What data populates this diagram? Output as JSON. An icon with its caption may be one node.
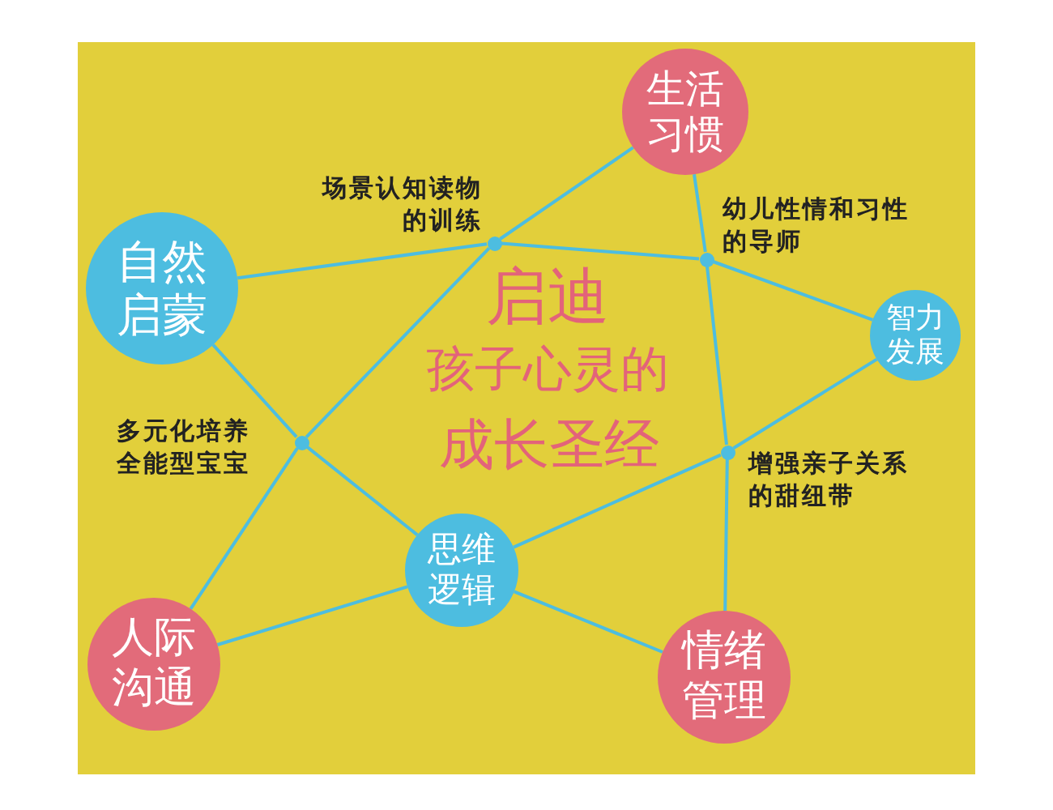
{
  "diagram": {
    "nodes": [
      {
        "text": [
          "生活习惯"
        ]
      },
      {
        "text": [],
        "shape": "circle",
        "beside": [
          "场景认知读物的训练"
        ]
      },
      {
        "text": [],
        "shape": "circle",
        "beside": [
          "幼儿性情和习性的导师"
        ]
      },
      {
        "text": [
          "自然启蒙"
        ]
      },
      {
        "text": [
          "智力发展"
        ]
      },
      {
        "text": [],
        "shape": "circle",
        "beside": [
          "多元化培养全能型宝宝"
        ]
      },
      {
        "text": [],
        "shape": "circle",
        "beside": [
          "增强亲子关系的甜纽带"
        ]
      },
      {
        "text": [
          "思维逻辑"
        ]
      },
      {
        "text": [
          "人际沟通"
        ]
      },
      {
        "text": [
          "情绪管理"
        ]
      }
    ],
    "edges": [
      {
        "from": 3,
        "to": 1,
        "arrow": "none"
      },
      {
        "from": 1,
        "to": 2,
        "arrow": "none"
      },
      {
        "from": 2,
        "to": 4,
        "arrow": "none"
      },
      {
        "from": 0,
        "to": 1,
        "arrow": "none"
      },
      {
        "from": 1,
        "to": 5,
        "arrow": "none"
      },
      {
        "from": 5,
        "to": 8,
        "arrow": "none"
      },
      {
        "from": 0,
        "to": 2,
        "arrow": "none"
      },
      {
        "from": 2,
        "to": 6,
        "arrow": "none"
      },
      {
        "from": 6,
        "to": 9,
        "arrow": "none"
      },
      {
        "from": 3,
        "to": 5,
        "arrow": "none"
      },
      {
        "from": 5,
        "to": 7,
        "arrow": "none"
      },
      {
        "from": 4,
        "to": 6,
        "arrow": "none"
      },
      {
        "from": 6,
        "to": 7,
        "arrow": "none"
      },
      {
        "from": 8,
        "to": 7,
        "arrow": "none"
      },
      {
        "from": 7,
        "to": 9,
        "arrow": "none"
      }
    ],
    "labels": [
      "启迪",
      "孩子心灵的",
      "成长圣经"
    ]
  }
}
